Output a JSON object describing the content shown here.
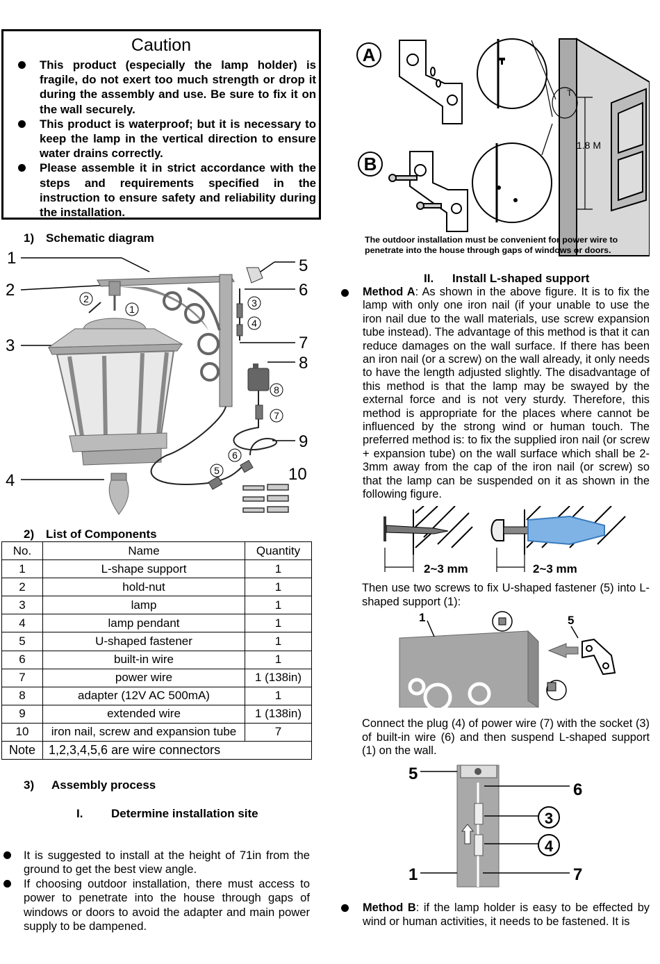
{
  "caution": {
    "title": "Caution",
    "bullets": [
      "This product (especially the lamp holder) is fragile, do not exert too much strength or drop it during the assembly and use. Be sure to fix it on the wall securely.",
      "This product is waterproof; but it is necessary to keep the lamp in the vertical direction to ensure water drains correctly.",
      "Please assemble it in strict accordance with the steps and requirements specified in the instruction to ensure safety and reliability during the installation."
    ]
  },
  "section1": {
    "number": "1)",
    "title": "Schematic diagram"
  },
  "diagram_labels": {
    "callouts": [
      "1",
      "2",
      "3",
      "4",
      "5",
      "6",
      "7",
      "8",
      "9",
      "10"
    ],
    "circled": [
      "1",
      "2",
      "3",
      "4",
      "5",
      "6",
      "7",
      "8"
    ]
  },
  "section2": {
    "number": "2)",
    "title": "List of Components"
  },
  "components": {
    "headers": [
      "No.",
      "Name",
      "Quantity"
    ],
    "rows": [
      {
        "no": "1",
        "name": "L-shape support",
        "qty": "1"
      },
      {
        "no": "2",
        "name": "hold-nut",
        "qty": "1"
      },
      {
        "no": "3",
        "name": "lamp",
        "qty": "1"
      },
      {
        "no": "4",
        "name": "lamp pendant",
        "qty": "1"
      },
      {
        "no": "5",
        "name": "U-shaped fastener",
        "qty": "1"
      },
      {
        "no": "6",
        "name": "built-in wire",
        "qty": "1"
      },
      {
        "no": "7",
        "name": "power wire",
        "qty": "1 (138in)"
      },
      {
        "no": "8",
        "name": "adapter (12V AC 500mA)",
        "qty": "1"
      },
      {
        "no": "9",
        "name": "extended wire",
        "qty": "1 (138in)"
      },
      {
        "no": "10",
        "name": "iron nail, screw and expansion tube",
        "qty": "7"
      }
    ],
    "note_label": "Note",
    "note_text": "1,2,3,4,5,6 are wire connectors"
  },
  "section3": {
    "number": "3)",
    "title": "Assembly process"
  },
  "step1": {
    "number": "I.",
    "title": "Determine installation site"
  },
  "site_bullets": [
    "It is suggested to install at the height of 71in from the ground to get the best view angle.",
    "If choosing outdoor installation, there must access to power to penetrate into the house through gaps of windows or doors to avoid the adapter and main power supply to be dampened."
  ],
  "figure_ab": {
    "label_a": "A",
    "label_b": "B",
    "height_label": "1.8 M",
    "caption": "The outdoor installation must be convenient for power wire to penetrate into the house through gaps of windows or doors."
  },
  "step2": {
    "number": "II.",
    "title": "Install L-shaped support"
  },
  "method_a": {
    "label": "Method A",
    "text": ": As shown in the above figure. It is to fix the lamp with only one iron nail (if your unable to use the iron nail due to the wall materials, use screw expansion tube instead). The advantage of this method is that it can reduce damages on the wall surface. If there has been an iron nail (or a screw) on the wall already, it only needs to have the length adjusted slightly. The disadvantage of this method is that the lamp may be swayed by the external force and is not very sturdy. Therefore, this method is appropriate for the places where cannot be influenced by the strong wind or human touch. The preferred method is: to fix the supplied iron nail (or screw + expansion tube) on the wall surface which shall be 2-3mm away from the cap of the iron nail (or screw) so that the lamp can be suspended on it as shown in the following figure."
  },
  "nail_figure": {
    "gap_left": "2~3 mm",
    "gap_right": "2~3 mm"
  },
  "para_screws": "Then use two screws to fix U-shaped fastener (5) into L-shaped support (1):",
  "screw_figure": {
    "label_1": "1",
    "label_5": "5"
  },
  "para_connect": "Connect the plug (4) of power wire (7) with the socket (3) of built-in wire (6) and then suspend L-shaped support (1) on the wall.",
  "mount_figure": {
    "labels": [
      "5",
      "6",
      "3",
      "4",
      "1",
      "7"
    ]
  },
  "method_b": {
    "label": "Method B",
    "text": ": if the lamp holder is easy to be effected by wind or human activities, it needs to be fastened. It is"
  }
}
